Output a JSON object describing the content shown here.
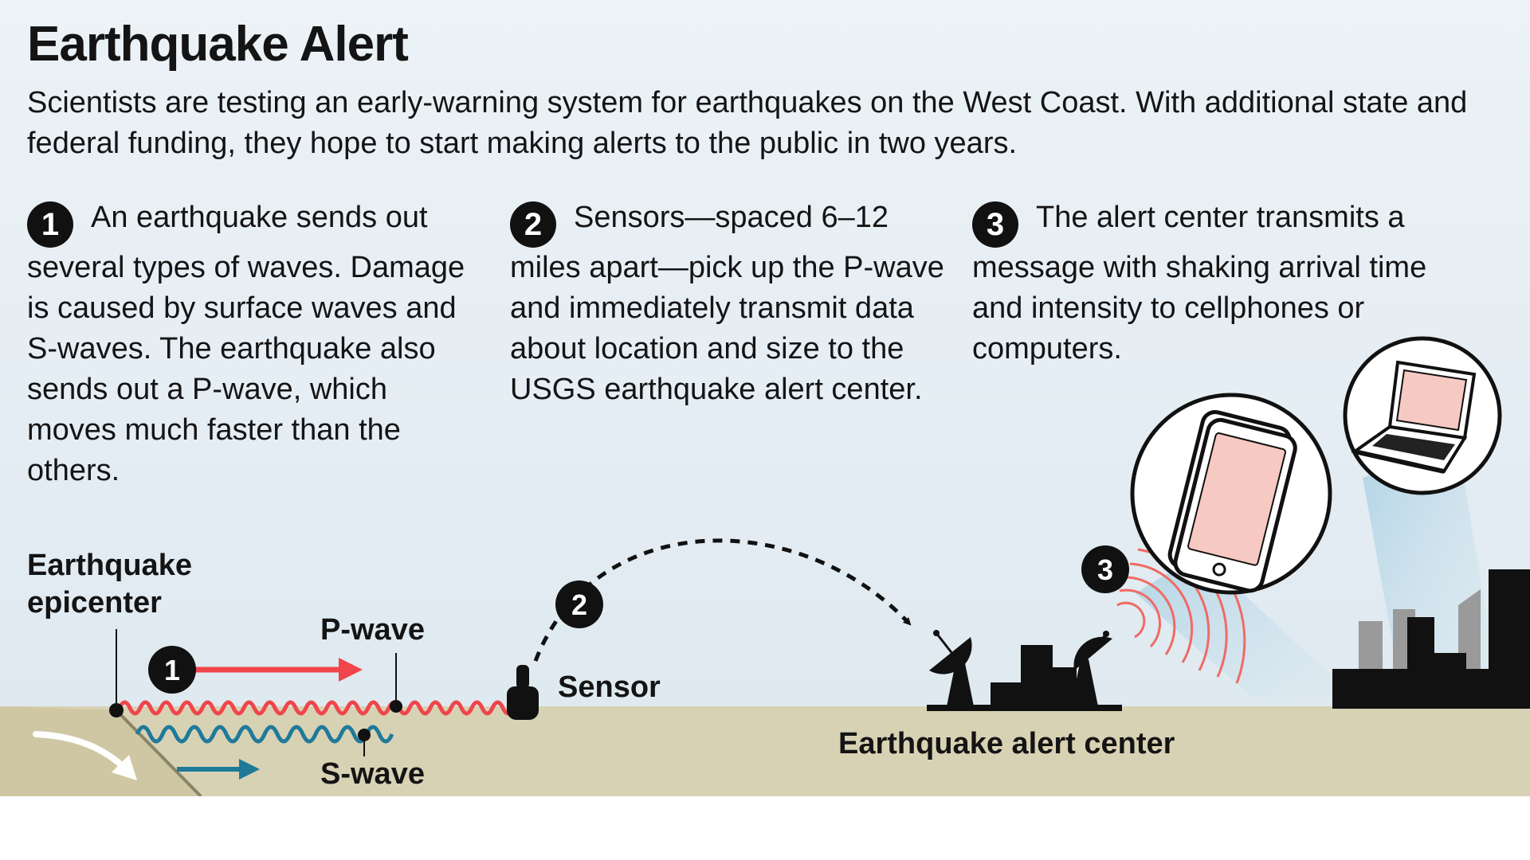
{
  "title": "Earthquake Alert",
  "intro": "Scientists are testing an early-warning system for earthquakes on the West Coast. With additional state and federal funding, they hope to start making alerts to the public in two years.",
  "steps": [
    {
      "number": "1",
      "text": "An earthquake sends out several types of waves. Damage is caused by surface waves and S-waves. The earthquake also sends out a P-wave, which moves much faster than the others."
    },
    {
      "number": "2",
      "text": "Sensors—spaced 6–12 miles apart—pick up the P-wave and immediately transmit data about location and size to the USGS earthquake alert center."
    },
    {
      "number": "3",
      "text": "The alert center transmits a message with shaking arrival time and intensity to cellphones or computers."
    }
  ],
  "labels": {
    "epicenter_line1": "Earthquake",
    "epicenter_line2": "epicenter",
    "p_wave": "P-wave",
    "s_wave": "S-wave",
    "sensor": "Sensor",
    "alert_center": "Earthquake alert center"
  },
  "colors": {
    "p_wave": "#f0464b",
    "s_wave": "#1f7a9a",
    "ground": "#d8d2b4",
    "screen": "#f7c9c3",
    "signal": "#f06a64",
    "badge": "#111111"
  },
  "icons": [
    "satellite-dish-icon",
    "smartphone-icon",
    "laptop-icon",
    "city-skyline-icon",
    "sensor-icon"
  ]
}
